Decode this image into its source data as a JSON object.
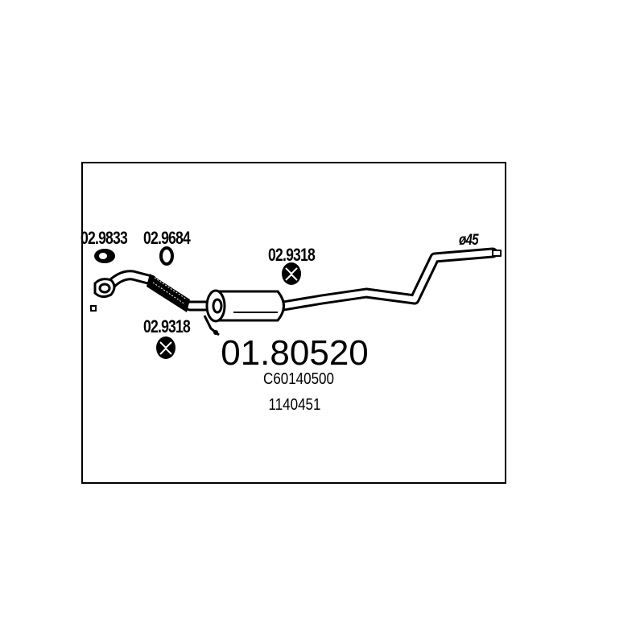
{
  "diagram": {
    "part_number": "01.80520",
    "oem_code": "C60140500",
    "ref_code": "1140451",
    "diameter_label": "ø45",
    "components": [
      {
        "label": "02.9833",
        "type": "gasket"
      },
      {
        "label": "02.9684",
        "type": "o-ring"
      },
      {
        "label": "02.9318",
        "type": "rubber-hanger"
      },
      {
        "label": "02.9318",
        "type": "rubber-hanger"
      }
    ]
  }
}
